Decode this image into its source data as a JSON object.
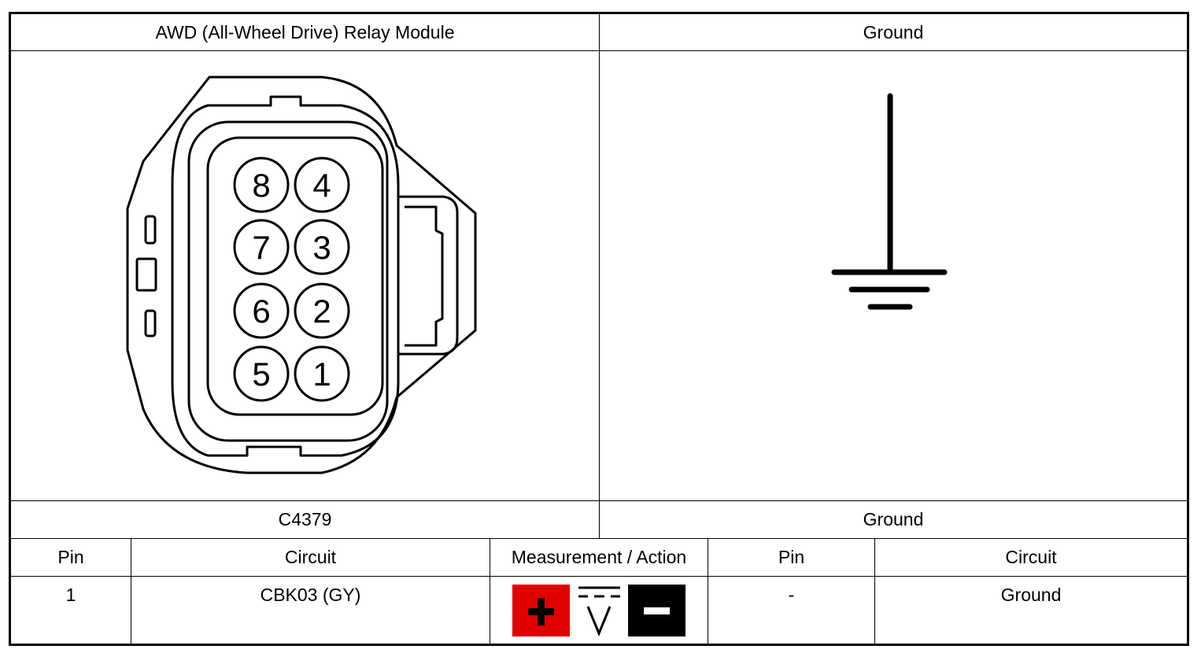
{
  "left_panel": {
    "title": "AWD (All-Wheel Drive) Relay Module",
    "connector_id": "C4379"
  },
  "right_panel": {
    "title": "Ground",
    "footer": "Ground"
  },
  "connector_pins": {
    "top_row_labels": [
      "8",
      "4"
    ],
    "row2_labels": [
      "7",
      "3"
    ],
    "row3_labels": [
      "6",
      "2"
    ],
    "bottom_row_labels": [
      "5",
      "1"
    ]
  },
  "table": {
    "headers": {
      "pin": "Pin",
      "circuit": "Circuit",
      "measurement": "Measurement / Action",
      "pin2": "Pin",
      "circuit2": "Circuit"
    },
    "rows": [
      {
        "pin": "1",
        "circuit": "CBK03 (GY)",
        "measurement_icon": "dc-voltmeter-icon",
        "pin2": "-",
        "circuit2": "Ground"
      }
    ]
  },
  "colors": {
    "positive": "#e00000",
    "negative": "#000000",
    "line": "#000000"
  }
}
